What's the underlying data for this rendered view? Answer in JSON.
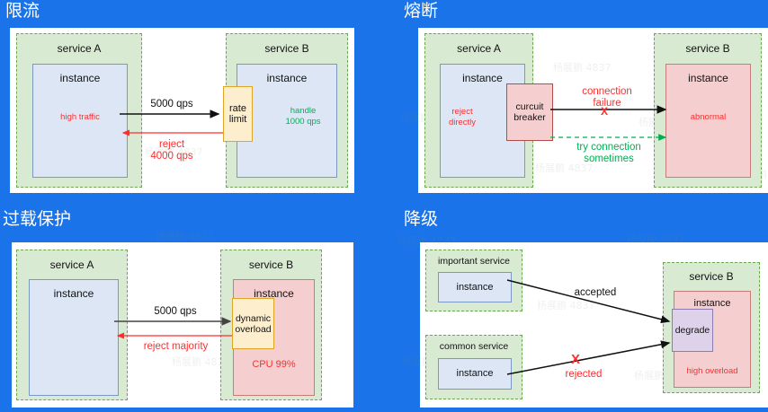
{
  "theme": {
    "background": "#1a73e8",
    "panel_bg": "#ffffff",
    "service_bg": "#d9ead3",
    "service_border": "#6aa84f",
    "instance_bg": "#dce6f5",
    "instance_border": "#7c97c4",
    "instance_red_bg": "#f5cfcf",
    "instance_red_border": "#c87b7b",
    "yellow_bg": "#fdeecd",
    "yellow_border": "#e0a526",
    "purple_bg": "#ded2eb",
    "purple_border": "#8e7cb0",
    "red_text": "#ff2d2d",
    "green_text": "#00b050",
    "black_text": "#111111",
    "title_text": "#ffffff"
  },
  "watermark": "杨展鹏 4837",
  "quadrants": [
    {
      "id": "rate-limiting",
      "title": "限流",
      "service_a": {
        "label": "service A",
        "instance": {
          "label": "instance",
          "note": "high traffic"
        }
      },
      "service_b": {
        "label": "service B",
        "instance": {
          "label": "instance",
          "note": "handle\n1000 qps"
        },
        "gate": "rate\nlimit"
      },
      "arrows": [
        {
          "label": "5000 qps",
          "color": "black",
          "direction": "right"
        },
        {
          "label": "reject\n4000 qps",
          "color": "red",
          "direction": "left"
        }
      ]
    },
    {
      "id": "circuit-breaking",
      "title": "熔断",
      "service_a": {
        "label": "service A",
        "instance": {
          "label": "instance",
          "note": "reject\ndirectly"
        },
        "gate": "curcuit\nbreaker"
      },
      "service_b": {
        "label": "service B",
        "instance": {
          "label": "instance",
          "note": "abnormal"
        }
      },
      "arrows": [
        {
          "label": "connection\nfailure",
          "marker": "X",
          "color": "red",
          "direction": "right"
        },
        {
          "label": "try connection\nsometimes",
          "color": "green",
          "direction": "right",
          "style": "dashed"
        }
      ]
    },
    {
      "id": "overload-protection",
      "title": "过载保护",
      "service_a": {
        "label": "service A",
        "instance": {
          "label": "instance",
          "note": ""
        }
      },
      "service_b": {
        "label": "service B",
        "instance": {
          "label": "instance",
          "note": "CPU 99%"
        },
        "gate": "dynamic\noverload"
      },
      "arrows": [
        {
          "label": "5000 qps",
          "color": "black",
          "direction": "right"
        },
        {
          "label": "reject majority",
          "color": "red",
          "direction": "left"
        }
      ]
    },
    {
      "id": "degradation",
      "title": "降级",
      "important_service": {
        "label": "important service",
        "instance": {
          "label": "instance"
        }
      },
      "common_service": {
        "label": "common service",
        "instance": {
          "label": "instance"
        }
      },
      "service_b": {
        "label": "service B",
        "instance": {
          "label": "instance",
          "note": "high overload"
        },
        "gate": "degrade"
      },
      "arrows": [
        {
          "label": "accepted",
          "color": "black",
          "direction": "right"
        },
        {
          "label": "rejected",
          "marker": "X",
          "color": "red",
          "direction": "right"
        }
      ]
    }
  ]
}
